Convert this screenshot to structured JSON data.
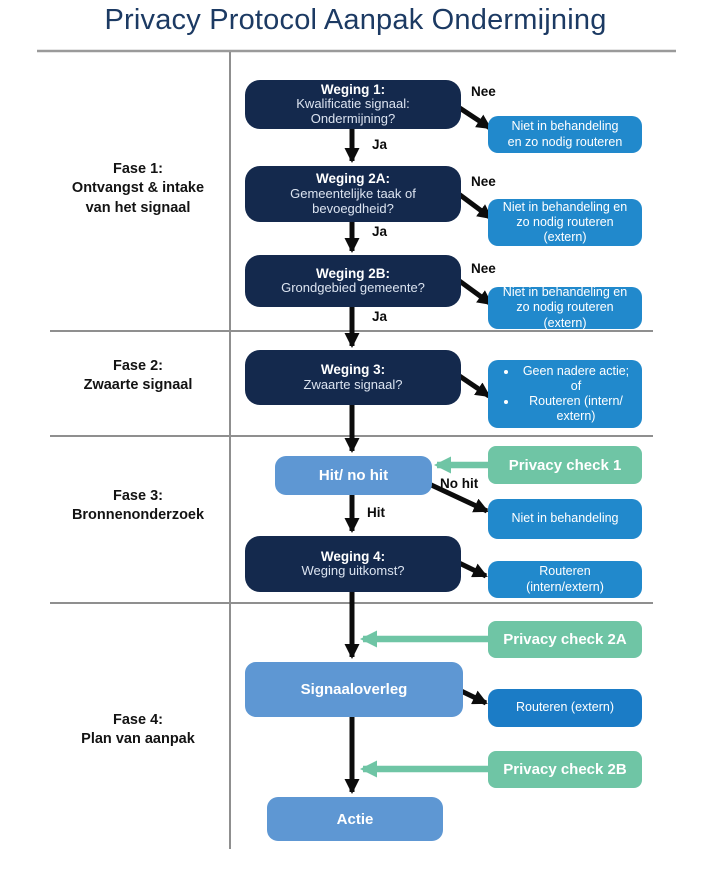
{
  "title": "Privacy Protocol Aanpak Ondermijning",
  "phases": [
    {
      "name": "Fase 1:",
      "desc": "Ontvangst & intake\nvan het signaal"
    },
    {
      "name": "Fase 2:",
      "desc": "Zwaarte signaal"
    },
    {
      "name": "Fase 3:",
      "desc": "Bronnenonderzoek"
    },
    {
      "name": "Fase 4:",
      "desc": "Plan van aanpak"
    }
  ],
  "nodes": {
    "weging1": {
      "heading": "Weging 1:",
      "body": "Kwalificatie signaal:\nOndermijning?"
    },
    "weging2a": {
      "heading": "Weging 2A:",
      "body": "Gemeentelijke taak of\nbevoegdheid?"
    },
    "weging2b": {
      "heading": "Weging 2B:",
      "body": "Grondgebied gemeente?"
    },
    "weging3": {
      "heading": "Weging 3:",
      "body": "Zwaarte signaal?"
    },
    "weging4": {
      "heading": "Weging 4:",
      "body": "Weging uitkomst?"
    },
    "hit_no_hit": {
      "label": "Hit/ no hit"
    },
    "signaaloverleg": {
      "label": "Signaaloverleg"
    },
    "actie": {
      "label": "Actie"
    }
  },
  "outcomes": {
    "nb_routeren": "Niet in behandeling\nen zo nodig routeren",
    "nb_routeren_extern_1": "Niet in behandeling en\nzo nodig routeren\n(extern)",
    "nb_routeren_extern_2": "Niet in behandeling en\nzo nodig routeren\n(extern)",
    "geen_actie_bullets": [
      "Geen nadere actie;\nof",
      "Routeren (intern/\nextern)"
    ],
    "niet_in_behandeling": "Niet in behandeling",
    "routeren_intern_extern": "Routeren\n(intern/extern)",
    "routeren_extern": "Routeren (extern)"
  },
  "privacy_checks": {
    "check1": "Privacy check 1",
    "check2a": "Privacy check 2A",
    "check2b": "Privacy check 2B"
  },
  "edge_labels": {
    "ja": "Ja",
    "nee": "Nee",
    "hit": "Hit",
    "no_hit": "No hit"
  },
  "colors": {
    "navy_box": "#14294d",
    "blue_box": "#2189cc",
    "deep_blue_box": "#1b7cc6",
    "light_blue_box": "#5e97d3",
    "green_box": "#6fc5a5",
    "title_text": "#1c3a63",
    "line_gray": "#8f8f8f",
    "arrow_black": "#0c0c0c"
  }
}
